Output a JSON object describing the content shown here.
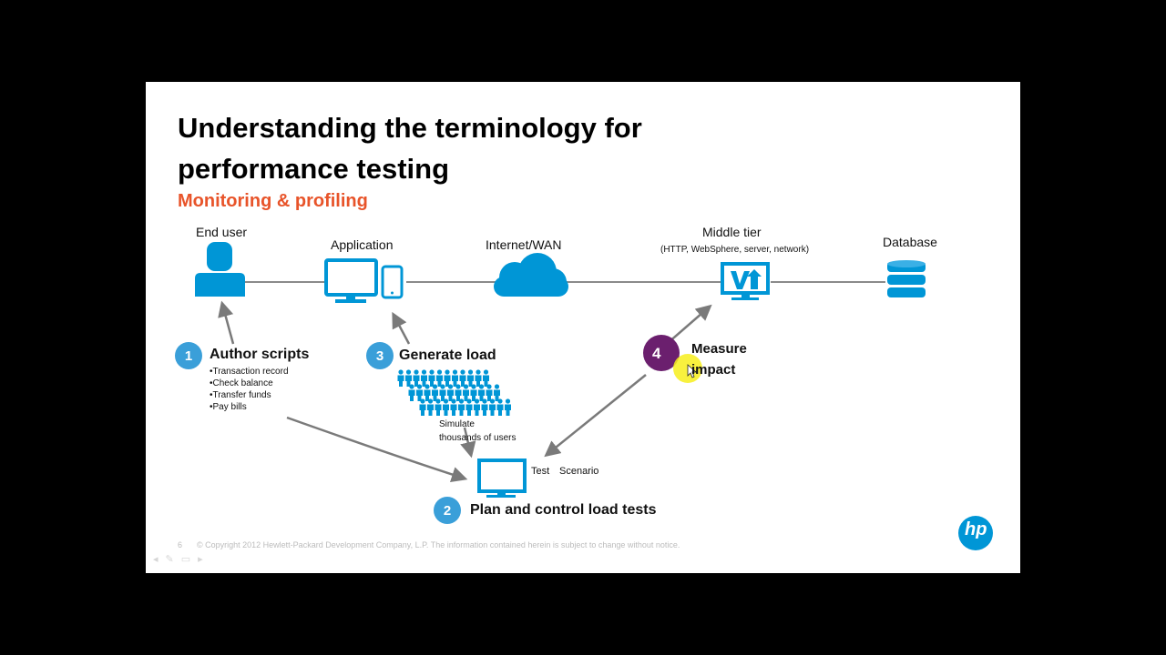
{
  "slide": {
    "title": "Understanding the terminology for performance testing",
    "subtitle": "Monitoring & profiling",
    "tiers": {
      "end_user": "End user",
      "application": "Application",
      "internet": "Internet/WAN",
      "middle_tier": "Middle tier",
      "middle_tier_detail": "(HTTP, WebSphere, server, network)",
      "database": "Database"
    },
    "steps": [
      {
        "number": "1",
        "label": "Author scripts",
        "items": [
          "Transaction record",
          "Check balance",
          "Transfer funds",
          "Pay bills"
        ]
      },
      {
        "number": "2",
        "label": "Plan and control load tests"
      },
      {
        "number": "3",
        "label": "Generate load",
        "note_line1": "Simulate",
        "note_line2": "thousands of users"
      },
      {
        "number": "4",
        "label_line1": "Measure",
        "label_line2": "impact"
      }
    ],
    "test_scenario": {
      "test": "Test",
      "scenario": "Scenario"
    },
    "page_number": "6",
    "footer": "© Copyright 2012 Hewlett-Packard Development Company, L.P. The information contained herein is subject to change without notice.",
    "logo": "hp",
    "colors": {
      "accent_orange": "#e8542a",
      "icon_blue": "#0096d6",
      "badge_blue": "#3a9fd9",
      "badge_purple": "#6b1f6e",
      "highlight_yellow": "#f7ef1c",
      "arrow_gray": "#7a7a7a"
    }
  }
}
